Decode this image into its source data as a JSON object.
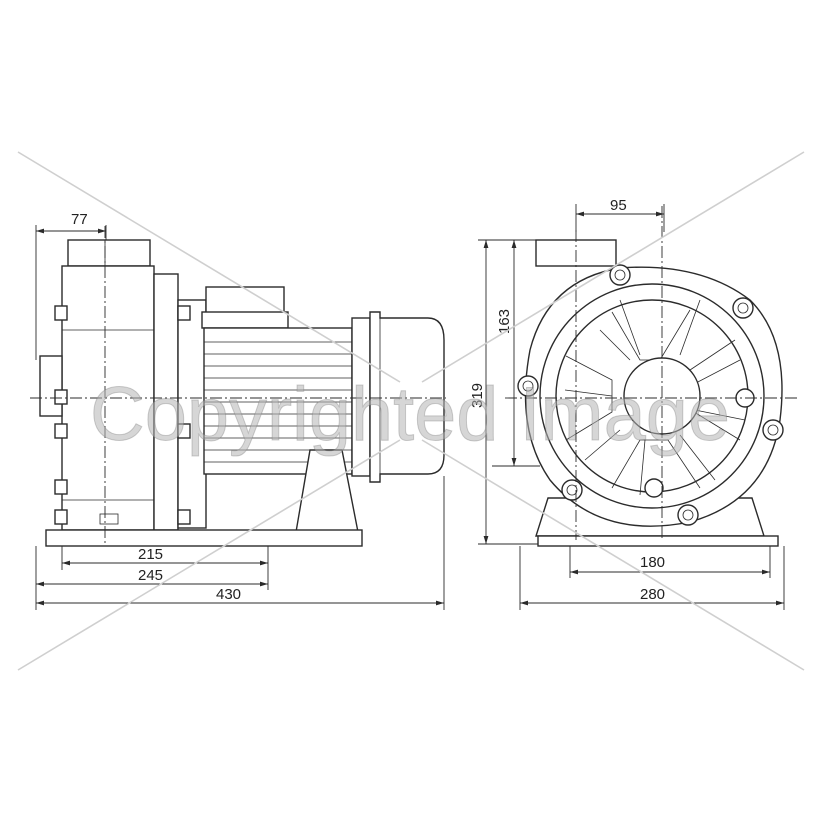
{
  "watermark": "Copyrighted Image",
  "side_view": {
    "dims": {
      "top_width": "77",
      "bottom_215": "215",
      "bottom_245": "245",
      "overall_length": "430"
    }
  },
  "front_view": {
    "dims": {
      "outlet_offset": "95",
      "outlet_height": "163",
      "overall_height": "319",
      "base_holes": "180",
      "base_width": "280"
    }
  }
}
